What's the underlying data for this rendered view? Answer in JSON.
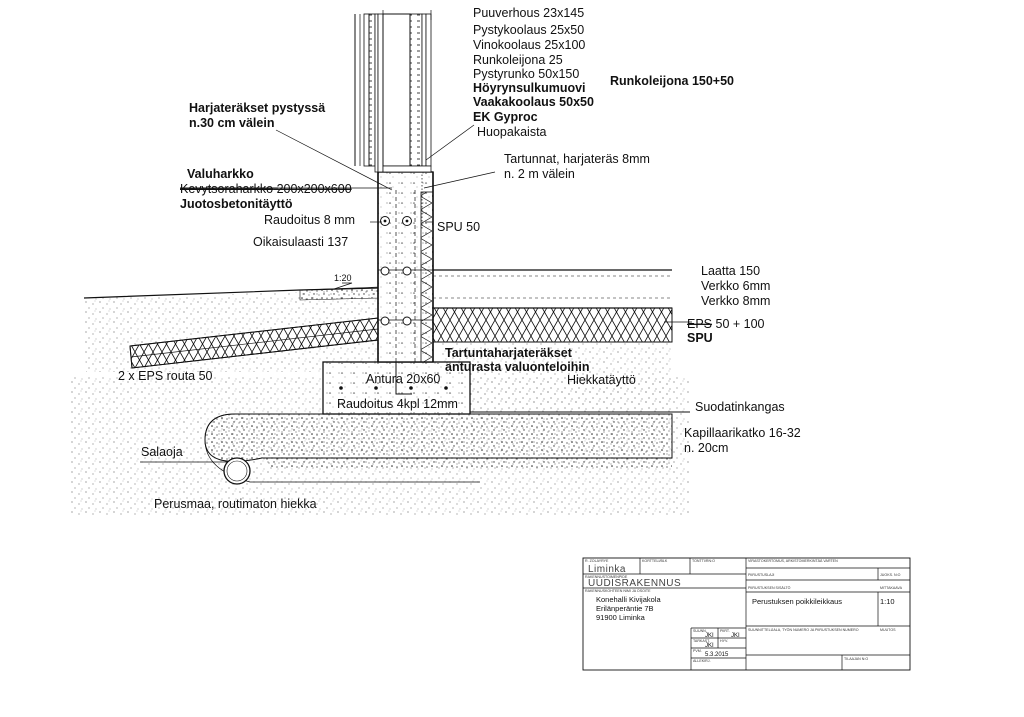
{
  "labels": {
    "puuverhous": "Puuverhous 23x145",
    "pystykoolaus": "Pystykoolaus 25x50",
    "vinokoolaus": "Vinokoolaus 25x100",
    "runkoleijona25": "Runkoleijona 25",
    "pystyrunko": "Pystyrunko 50x150",
    "hoyrynsulku": "Höyrynsulkumuovi",
    "vaakakoolaus": "Vaakakoolaus 50x50",
    "ek_gyproc": "EK Gyproc",
    "huopakaista": "Huopakaista",
    "runkoleijona150": "Runkoleijona 150+50",
    "harjaterakset_1": "Harjateräkset pystyssä",
    "harjaterakset_2": "n.30 cm välein",
    "tartunnat_1": "Tartunnat, harjateräs 8mm",
    "tartunnat_2": "n. 2 m välein",
    "valuharkko": "Valuharkko",
    "kevytsoraharkko": "Kevytsoraharkko",
    "kevytsoraharkko_size": " 200x200x600",
    "juotosbetoni": "Juotosbetonitäyttö",
    "raudoitus8": "Raudoitus 8 mm",
    "spu50": "SPU 50",
    "oikaisulaasti": "Oikaisulaasti 137",
    "slope": "1:20",
    "laatta": "Laatta 150",
    "verkko6": "Verkko 6mm",
    "verkko8": "Verkko 8mm",
    "eps_strike": "EPS",
    "eps_rest": " 50 + 100",
    "spu": "SPU",
    "tartuntaharja_1": "Tartuntaharjateräkset",
    "tartuntaharja_2": "anturasta valuonteloihin",
    "eps_routa": "2 x EPS routa 50",
    "antura": "Antura 20x60",
    "raudoitus4": "Raudoitus 4kpl 12mm",
    "hiekkataytto": "Hiekkatäyttö",
    "suodatinkangas": "Suodatinkangas",
    "kapillaari_1": "Kapillaarikatko 16-32",
    "kapillaari_2": "n. 20cm",
    "salaoja": "Salaoja",
    "perusmaa": "Perusmaa, routimaton hiekka"
  },
  "title_block": {
    "h_kunta": "R. ZOLAYRYE",
    "h_kortteli": "KORTTELI/BLK",
    "h_tontti": "TONTTI/RN:O",
    "h_rakennus": "VIRASTOKERTOMUS, ARKISTOMERKINTÄÄ VARTEN",
    "kunta": "Liminka",
    "h_rakennustoimenpide": "RAKENNUSTOIMENPIDE",
    "toimenpide": "UUDISRAKENNUS",
    "h_rakennuskohde": "RAKENNUSKOHTEEN NIMI JA OSOITE",
    "kohde_1": "Konehalli Kivijakola",
    "kohde_2": "Erilänperäntie 7B",
    "kohde_3": "91900 Liminka",
    "h_piirustuslaji": "PIIRUSTUSLAJI",
    "h_juokseva": "JUOKS. N:O",
    "h_sisalto": "PIIRUSTUKSEN SISÄLTÖ",
    "h_mittakaava": "MITTAKAAVA",
    "sisalto": "Perustuksen poikkileikkaus",
    "mittakaava": "1:10",
    "h_suunnittelija": "SUUNNITTELIJALA, TYÖN NUMERO JA PIIRUSTUKSEN NUMERO",
    "h_muutos": "MUUTOS",
    "h_suunn": "SUUNN.",
    "suunn": "JKI",
    "h_piirt": "PIIRT.",
    "piirt": "JKI",
    "h_tarkast": "TARKAST.",
    "tarkast": "JKI",
    "h_hyv": "HYV.",
    "h_pvm": "PVM.",
    "pvm": "5.3.2015",
    "h_allekirj": "ALLEKIRJ.",
    "h_tilaajan": "TILAAJAN N:O"
  }
}
